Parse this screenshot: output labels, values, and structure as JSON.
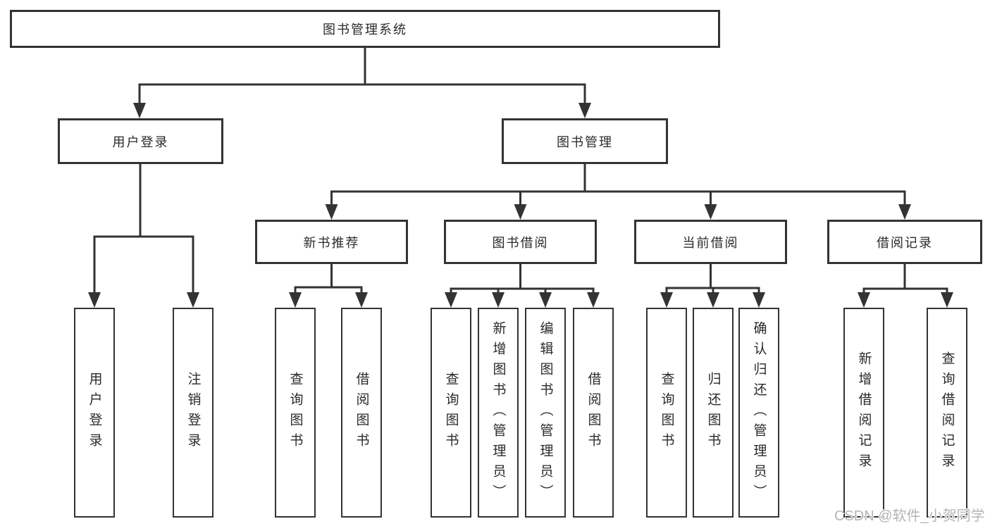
{
  "diagram": {
    "root": "图书管理系统",
    "level2": {
      "user_login": "用户登录",
      "book_management": "图书管理"
    },
    "level3": {
      "new_book_recommendation": "新书推荐",
      "book_borrowing": "图书借阅",
      "current_borrowing": "当前借阅",
      "borrowing_records": "借阅记录"
    },
    "leaves": {
      "user_login": "用户登录",
      "logout": "注销登录",
      "rec_query_books": "查询图书",
      "rec_borrow_books": "借阅图书",
      "bb_query_books": "查询图书",
      "bb_add_books": "新增图书（管理员）",
      "bb_edit_books": "编辑图书（管理员）",
      "bb_borrow_books": "借阅图书",
      "cb_query_books": "查询图书",
      "cb_return_books": "归还图书",
      "cb_confirm_return": "确认归还（管理员）",
      "br_add_record": "新增借阅记录",
      "br_query_record": "查询借阅记录"
    },
    "watermark": "CSDN @软件_小贺同学",
    "colors": {
      "line": "#333333",
      "watermark": "#b5b5b5",
      "background": "#ffffff"
    }
  }
}
